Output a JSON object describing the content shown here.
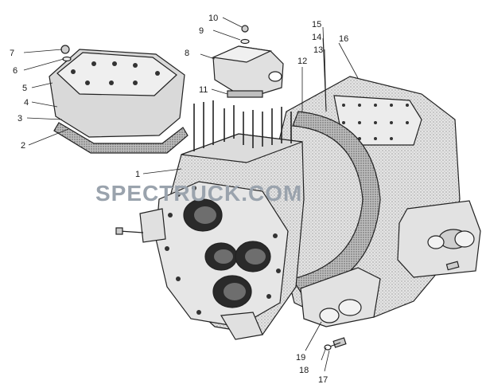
{
  "watermark": {
    "text": "SPECTRUCK.COM",
    "color": "#9aa3ad"
  },
  "callouts": [
    {
      "id": "1",
      "text": "1"
    },
    {
      "id": "2",
      "text": "2"
    },
    {
      "id": "3",
      "text": "3"
    },
    {
      "id": "4",
      "text": "4"
    },
    {
      "id": "5",
      "text": "5"
    },
    {
      "id": "6",
      "text": "6"
    },
    {
      "id": "7",
      "text": "7"
    },
    {
      "id": "8",
      "text": "8"
    },
    {
      "id": "9",
      "text": "9"
    },
    {
      "id": "10",
      "text": "10"
    },
    {
      "id": "11",
      "text": "11"
    },
    {
      "id": "12",
      "text": "12"
    },
    {
      "id": "13",
      "text": "13"
    },
    {
      "id": "14",
      "text": "14"
    },
    {
      "id": "15",
      "text": "15"
    },
    {
      "id": "16",
      "text": "16"
    },
    {
      "id": "17",
      "text": "17"
    },
    {
      "id": "18",
      "text": "18"
    },
    {
      "id": "19",
      "text": "19"
    }
  ],
  "colors": {
    "line": "#222222",
    "casting_fill": "#d9d9d9",
    "casting_shade": "#bfbfbf"
  }
}
